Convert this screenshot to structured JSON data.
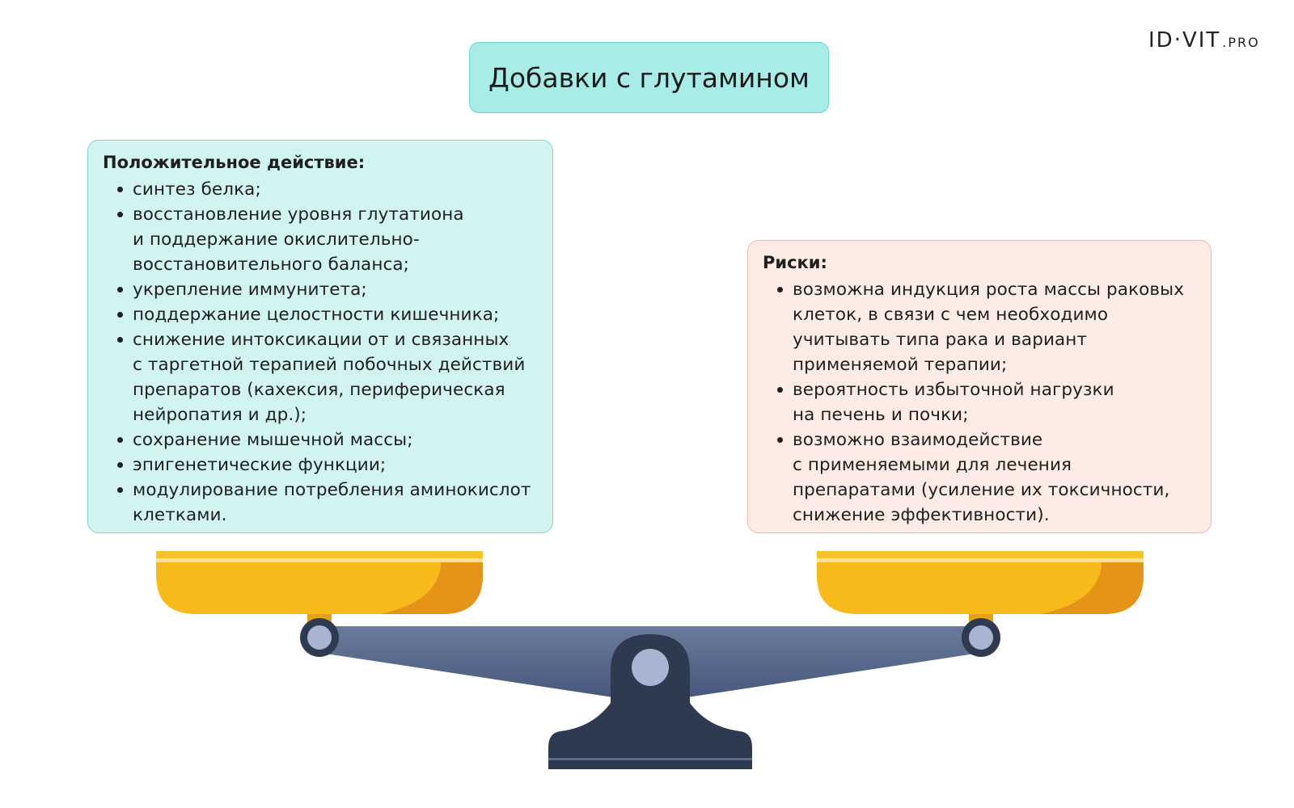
{
  "logo": {
    "main": "ID‧VIT",
    "suffix": ".PRO"
  },
  "title": "Добавки с глутамином",
  "positive": {
    "heading": "Положительное действие:",
    "items": [
      "синтез белка;",
      "восстановление уровня глутатиона и поддержание окислительно-восстановительного баланса;",
      "укрепление иммунитета;",
      "поддержание целостности кишечника;",
      "снижение интоксикации от и связанных с таргетной терапией побочных действий препаратов (кахексия, периферическая нейропатия и др.);",
      "сохранение мышечной массы;",
      "эпигенетические функции;",
      "модулирование потребления аминокислот клетками."
    ]
  },
  "risks": {
    "heading": "Риски:",
    "items": [
      "возможна индукция роста массы раковых клеток, в связи с чем необходимо учитывать типа рака и вариант применяемой терапии;",
      "вероятность избыточной нагрузки на печень и почки;",
      "возможно взаимодействие с применяемыми для лечения препаратами (усиление их токсичности, снижение эффективности)."
    ]
  },
  "colors": {
    "title_bg": "#a7ece6",
    "positive_bg": "#d1f4f1",
    "risk_bg": "#fdece6",
    "pan_yellow": "#f6b91a",
    "pan_orange": "#e59417",
    "beam": "#5a6b8d",
    "base": "#2e3a50"
  }
}
